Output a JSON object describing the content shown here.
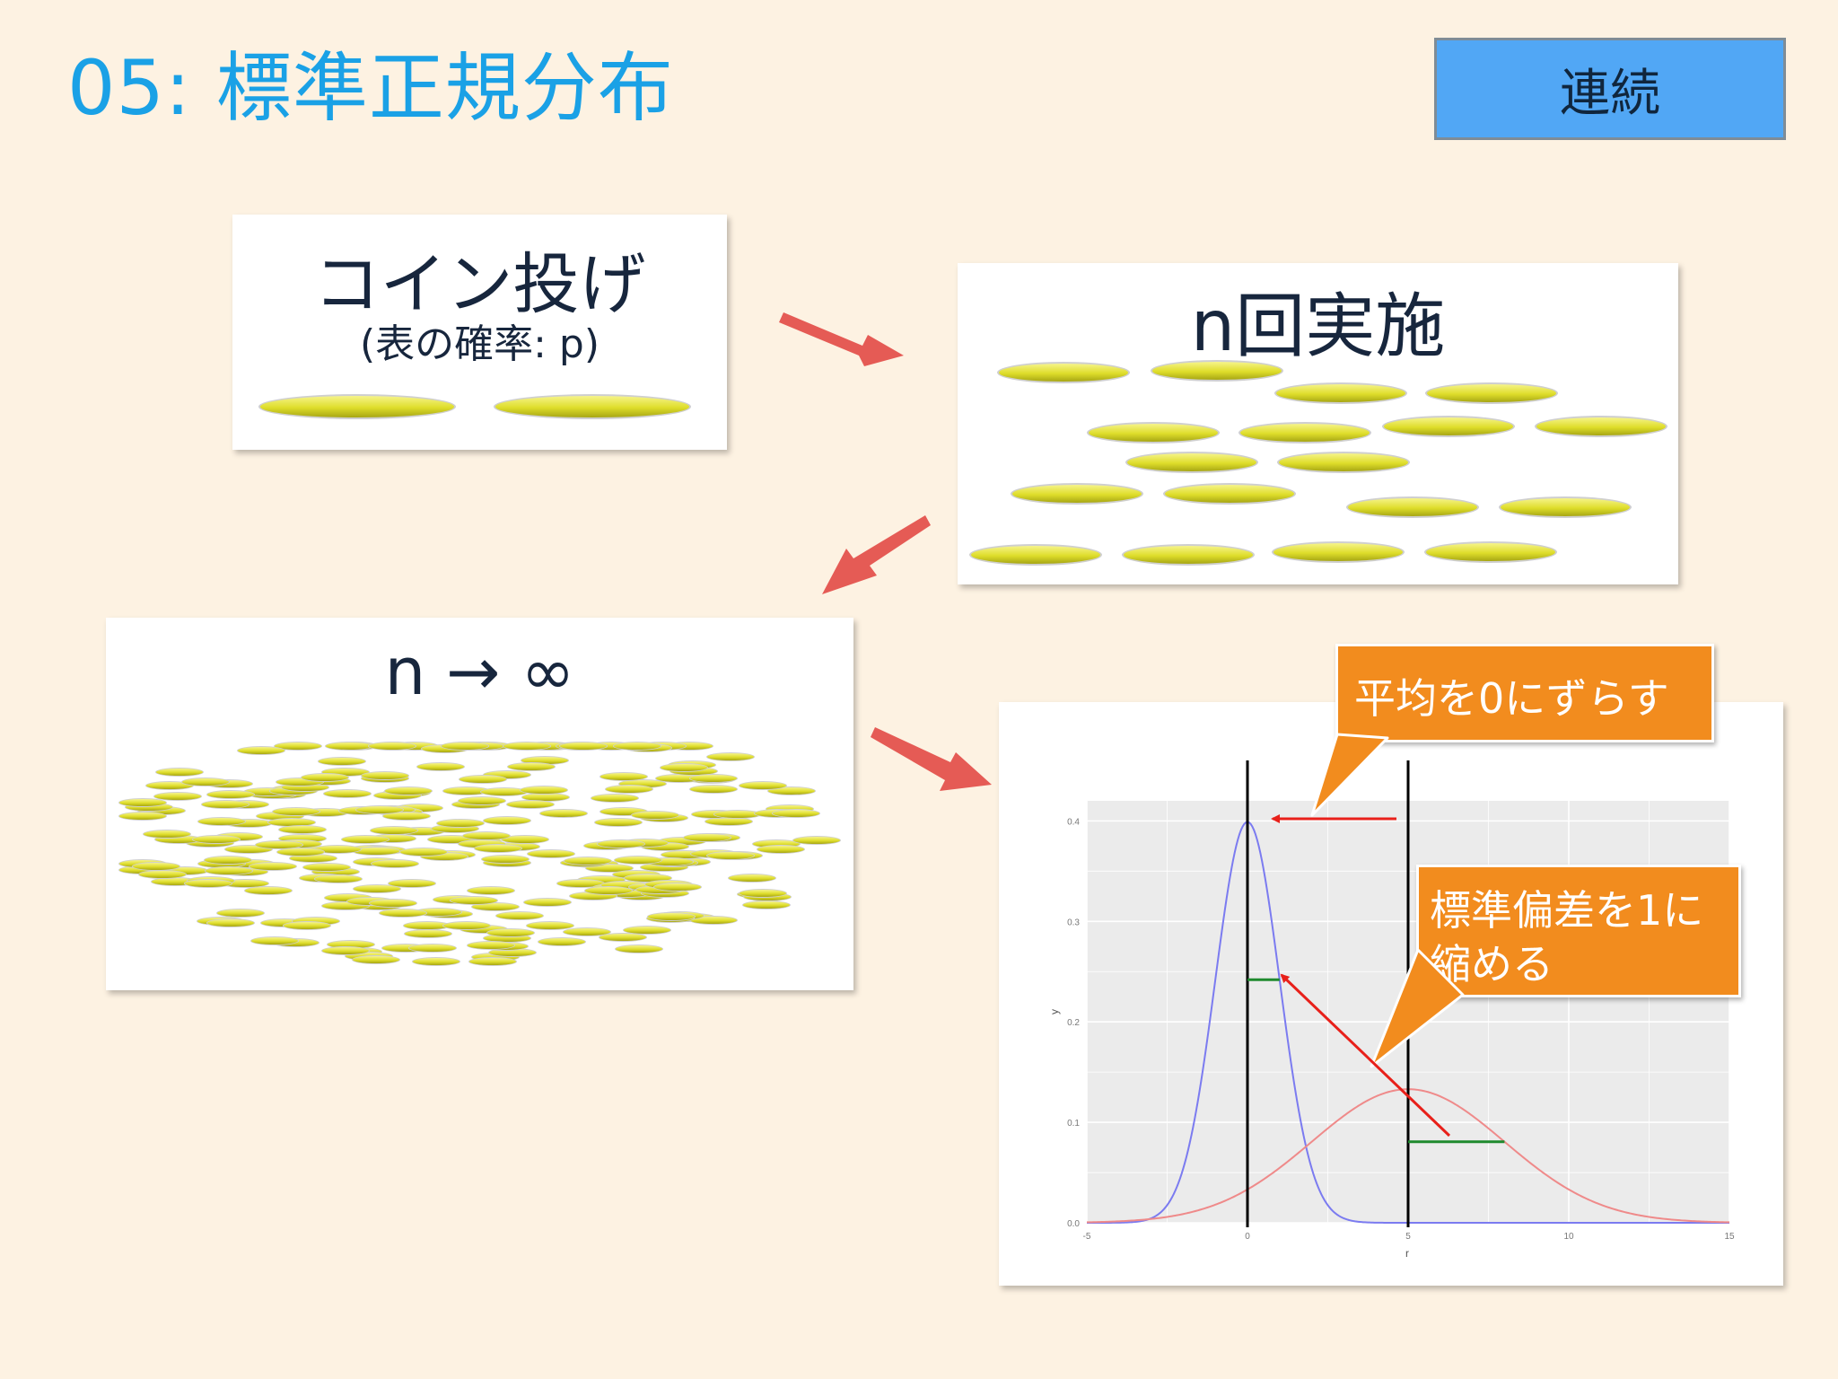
{
  "slide": {
    "title": "05: 標準正規分布",
    "badge": "連続"
  },
  "coin_panel": {
    "title": "コイン投げ",
    "subtitle": "(表の確率: p)"
  },
  "repeat_panel": {
    "title": "n回実施"
  },
  "limit_panel": {
    "title": "n → ∞"
  },
  "callouts": {
    "shift": "平均を0にずらす",
    "scale_line1": "標準偏差を1に",
    "scale_line2": "縮める"
  },
  "colors": {
    "title": "#1aa1e6",
    "badge": "#51a7f5",
    "callout": "#f28c1e",
    "arrow": "#e55b55",
    "std_normal": "#7b7bf0",
    "shifted": "#ef8a8a",
    "std_marker": "#1f8a2e"
  },
  "chart_data": {
    "type": "line",
    "xlabel": "r",
    "ylabel": "y",
    "xlim": [
      -5,
      15
    ],
    "ylim": [
      0,
      0.42
    ],
    "x_ticks": [
      "-5",
      "0",
      "5",
      "10",
      "15"
    ],
    "y_ticks": [
      "0.0",
      "0.1",
      "0.2",
      "0.3",
      "0.4"
    ],
    "series": [
      {
        "name": "",
        "mean": 0,
        "sd": 1,
        "color": "#7b7bf0"
      },
      {
        "name": "",
        "mean": 5,
        "sd": 3,
        "color": "#ef8a8a"
      }
    ],
    "vertical_lines": [
      0,
      5
    ]
  }
}
